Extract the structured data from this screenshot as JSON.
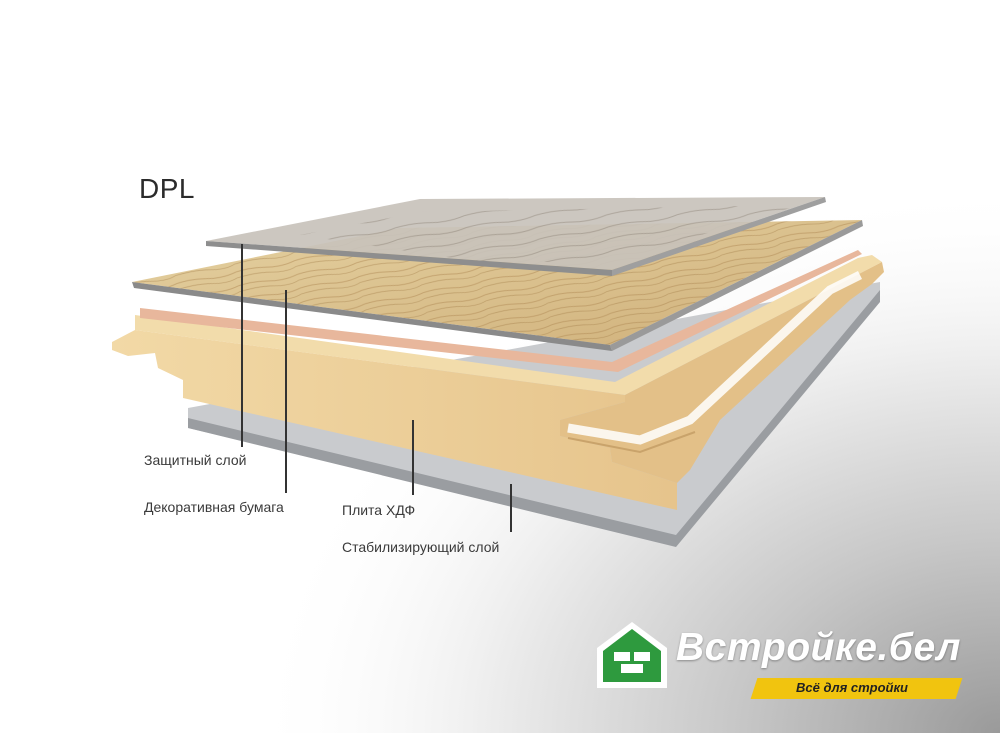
{
  "diagram": {
    "title": "DPL",
    "labels": {
      "protective": "Защитный слой",
      "decor": "Декоративная бумага",
      "hdf": "Плита ХДФ",
      "stabilizing": "Стабилизирующий слой"
    }
  },
  "logo": {
    "name": "Встройке.бел",
    "tagline": "Всё для стройки"
  },
  "colors": {
    "background_shadow": "#c9c9c9",
    "protective_layer": "#b9b2aa",
    "decor_paper": "#d9c08d",
    "pink_layer": "#e7b59a",
    "hdf_board": "#ecd09a",
    "stabilizing_layer": "#b3b6b9",
    "logo_green": "#2e9a3e",
    "logo_yellow": "#f1c40f"
  }
}
